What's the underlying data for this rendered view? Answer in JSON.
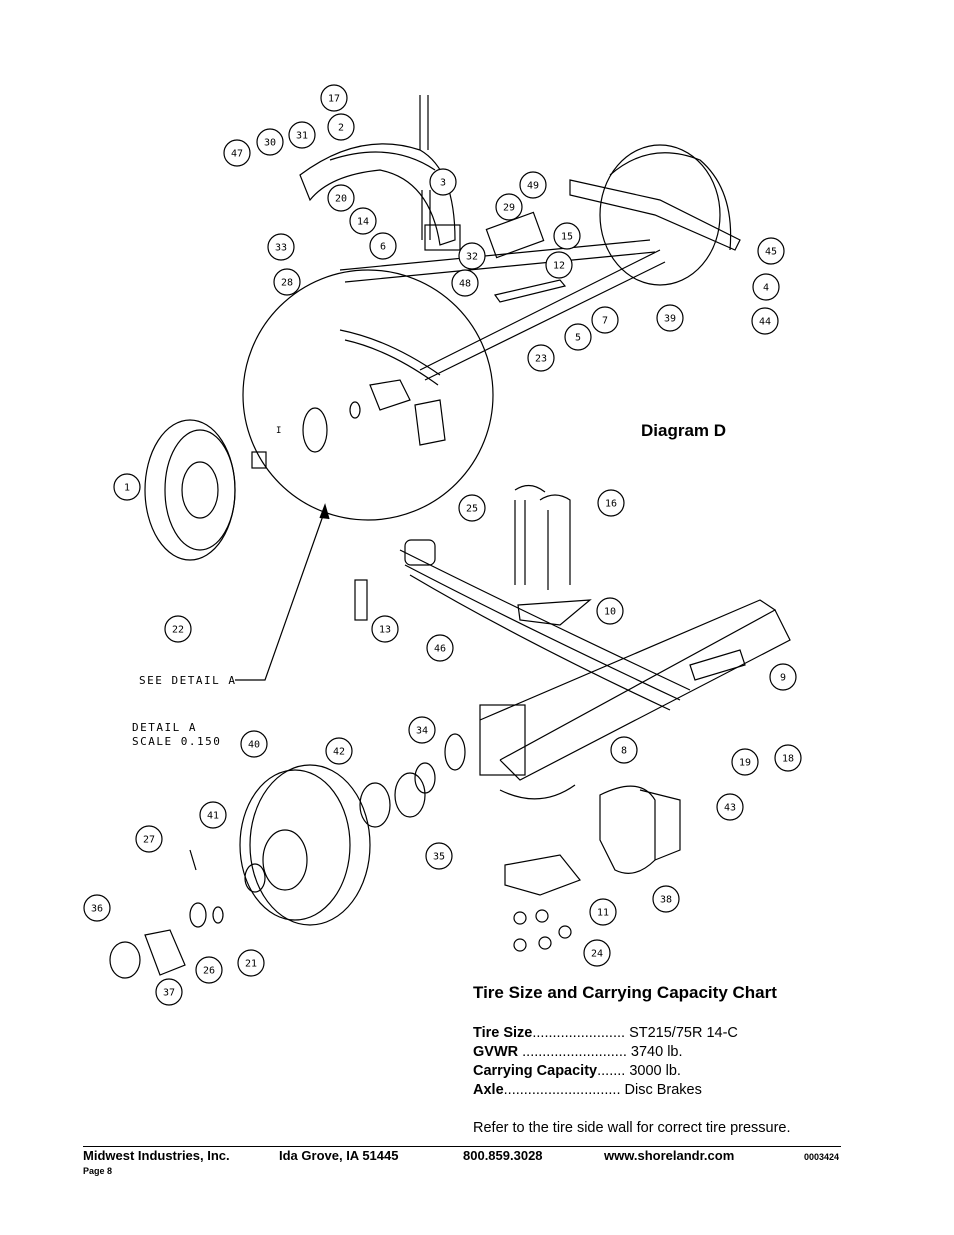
{
  "diagram": {
    "title": "Diagram D",
    "see_detail": "SEE DETAIL  A",
    "detail_label": "DETAIL  A",
    "detail_scale": "SCALE  0.150",
    "inner_label": "I",
    "callouts": [
      "17",
      "2",
      "30",
      "31",
      "47",
      "3",
      "49",
      "29",
      "20",
      "14",
      "6",
      "33",
      "32",
      "15",
      "45",
      "12",
      "48",
      "28",
      "4",
      "44",
      "7",
      "39",
      "5",
      "23",
      "1",
      "25",
      "16",
      "22",
      "10",
      "13",
      "46",
      "9",
      "40",
      "42",
      "34",
      "8",
      "19",
      "18",
      "43",
      "41",
      "27",
      "35",
      "38",
      "36",
      "11",
      "21",
      "26",
      "24",
      "37"
    ]
  },
  "chart": {
    "title": "Tire Size and Carrying Capacity Chart",
    "rows": [
      {
        "label": "Tire Size",
        "dots": ".......................",
        "value": "ST215/75R 14-C"
      },
      {
        "label": "GVWR",
        "dots": " ..........................",
        "value": "3740 lb."
      },
      {
        "label": "Carrying Capacity",
        "dots": ".......",
        "value": "3000 lb."
      },
      {
        "label": "Axle",
        "dots": ".............................",
        "value": "Disc Brakes"
      }
    ],
    "note": "Refer to the tire side wall for correct tire pressure."
  },
  "footer": {
    "company": "Midwest Industries, Inc.",
    "location": "Ida Grove, IA  51445",
    "phone": "800.859.3028",
    "website": "www.shorelandr.com",
    "doc_number": "0003424",
    "page": "Page 8"
  }
}
